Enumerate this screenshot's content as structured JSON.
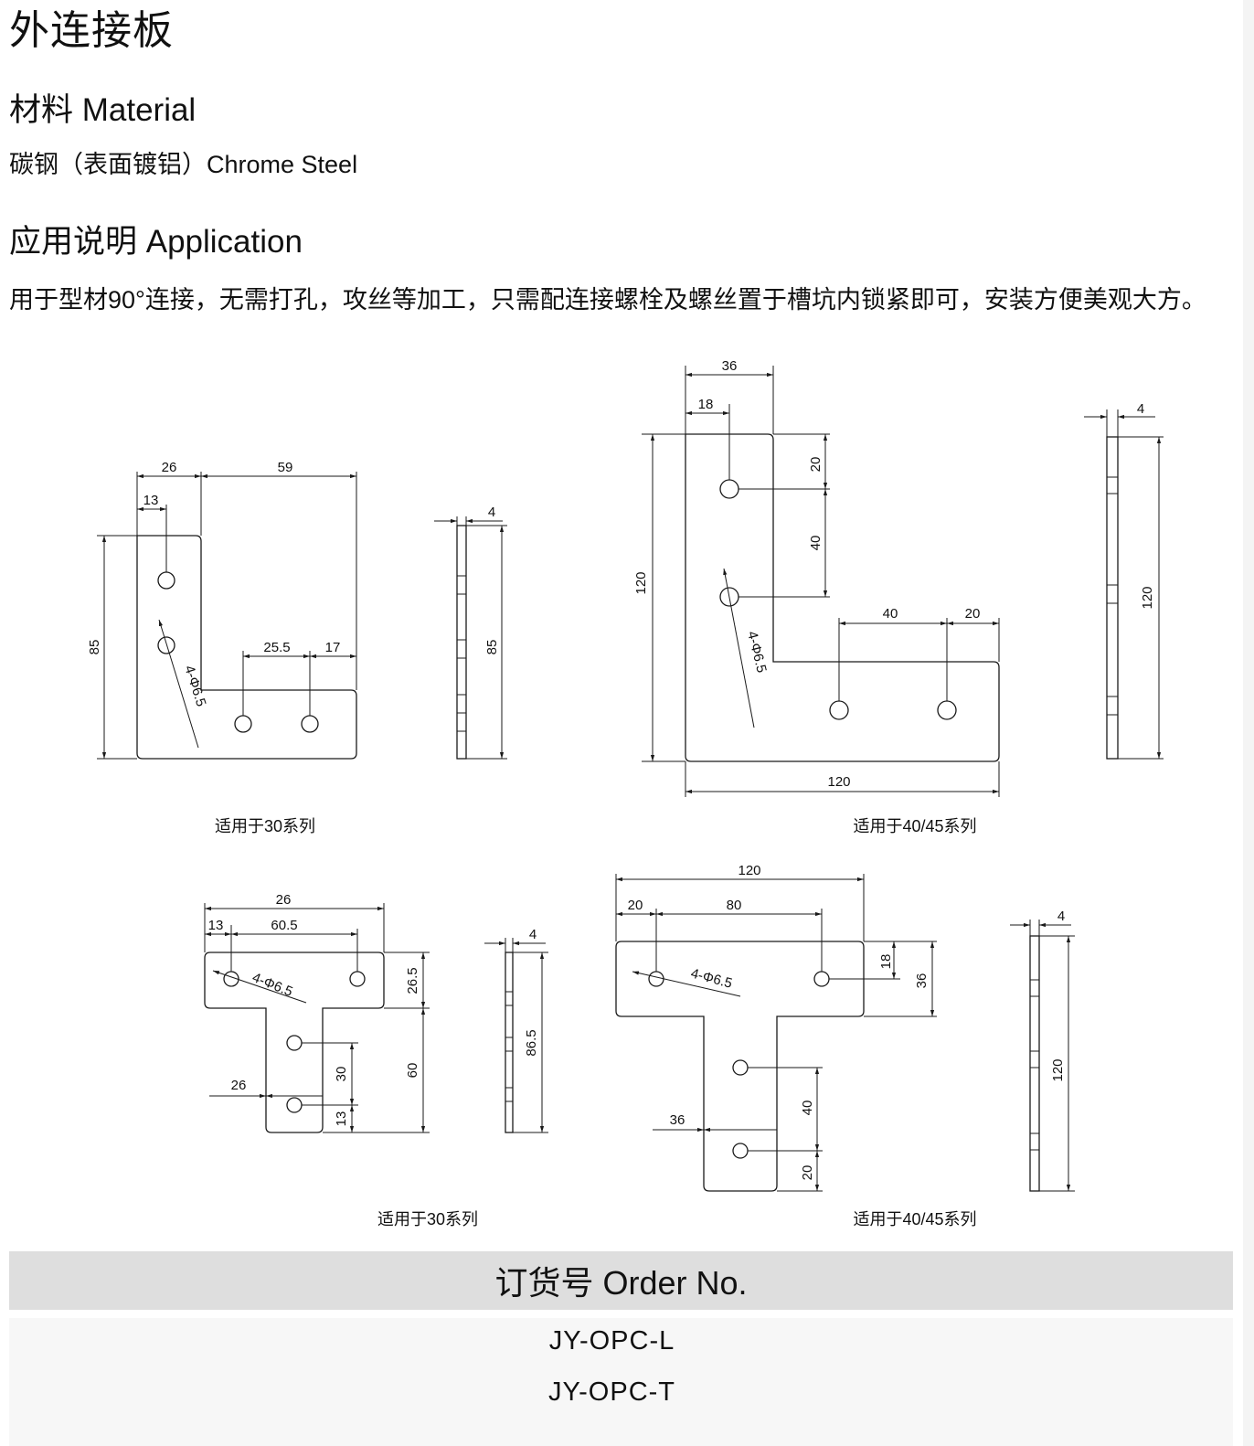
{
  "title": "外连接板",
  "material": {
    "heading": "材料 Material",
    "text": "碳钢（表面镀铝）Chrome Steel"
  },
  "application": {
    "heading": "应用说明 Application",
    "text": "用于型材90°连接，无需打孔，攻丝等加工，只需配连接螺栓及螺丝置于槽坑内锁紧即可，安装方便美观大方。"
  },
  "drawings": {
    "l30": {
      "caption": "适用于30系列",
      "dims": {
        "top_a": "26",
        "top_b": "59",
        "hole_x": "13",
        "height": "85",
        "low_a": "25.5",
        "low_b": "17",
        "holes": "4-Φ6.5",
        "thick": "4",
        "side_h": "85"
      }
    },
    "l40": {
      "caption": "适用于40/45系列",
      "dims": {
        "top_w": "36",
        "hole_x": "18",
        "hole_y": "20",
        "pitch": "40",
        "height": "120",
        "holes": "4-Φ6.5",
        "low_a": "40",
        "low_b": "20",
        "bottom_w": "120",
        "thick": "4",
        "side_h": "120"
      }
    },
    "t30": {
      "caption": "适用于30系列",
      "dims": {
        "top_w": "26",
        "hole_x": "13",
        "pitch": "60.5",
        "holes": "4-Φ6.5",
        "bar_h": "26.5",
        "stem_h": "60",
        "pitch_v": "30",
        "bottom": "13",
        "stem_w": "26",
        "thick": "4",
        "side_h": "86.5"
      }
    },
    "t40": {
      "caption": "适用于40/45系列",
      "dims": {
        "top_w": "120",
        "hole_x": "20",
        "pitch": "80",
        "holes": "4-Φ6.5",
        "hole_y": "18",
        "bar_h": "36",
        "pitch_v": "40",
        "bottom": "20",
        "stem_w": "36",
        "thick": "4",
        "side_h": "120"
      }
    }
  },
  "order": {
    "heading": "订货号 Order No.",
    "items": [
      "JY-OPC-L",
      "JY-OPC-T"
    ]
  }
}
